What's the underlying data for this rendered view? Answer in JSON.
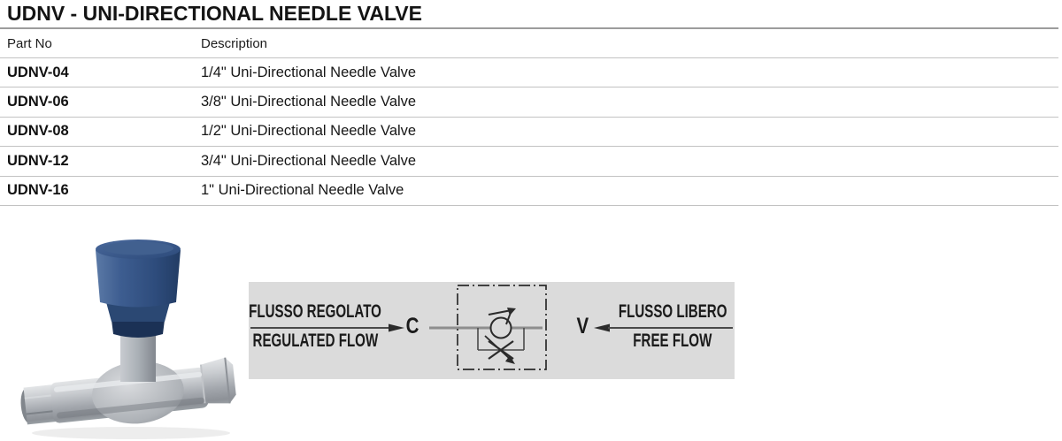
{
  "page": {
    "title": "UDNV - UNI-DIRECTIONAL NEEDLE VALVE"
  },
  "table": {
    "columns": [
      "Part No",
      "Description"
    ],
    "rows": [
      {
        "part_no": "UDNV-04",
        "description": "1/4\" Uni-Directional Needle Valve"
      },
      {
        "part_no": "UDNV-06",
        "description": "3/8\" Uni-Directional Needle Valve"
      },
      {
        "part_no": "UDNV-08",
        "description": "1/2\" Uni-Directional Needle Valve"
      },
      {
        "part_no": "UDNV-12",
        "description": "3/4\" Uni-Directional Needle Valve"
      },
      {
        "part_no": "UDNV-16",
        "description": "1\" Uni-Directional Needle Valve"
      }
    ]
  },
  "diagram": {
    "left_label_line1": "FLUSSO REGOLATO",
    "left_label_line2": "REGULATED FLOW",
    "port_left": "C",
    "port_right": "V",
    "right_label_line1": "FLUSSO LIBERO",
    "right_label_line2": "FREE FLOW",
    "colors": {
      "panel_bg": "#dbdbdb",
      "flow_line": "#8e8e8e",
      "symbol": "#2b2b2b"
    }
  },
  "figure": {
    "colors": {
      "knob_blue": "#35548a",
      "metal_gray": "#aeb2b7"
    }
  }
}
